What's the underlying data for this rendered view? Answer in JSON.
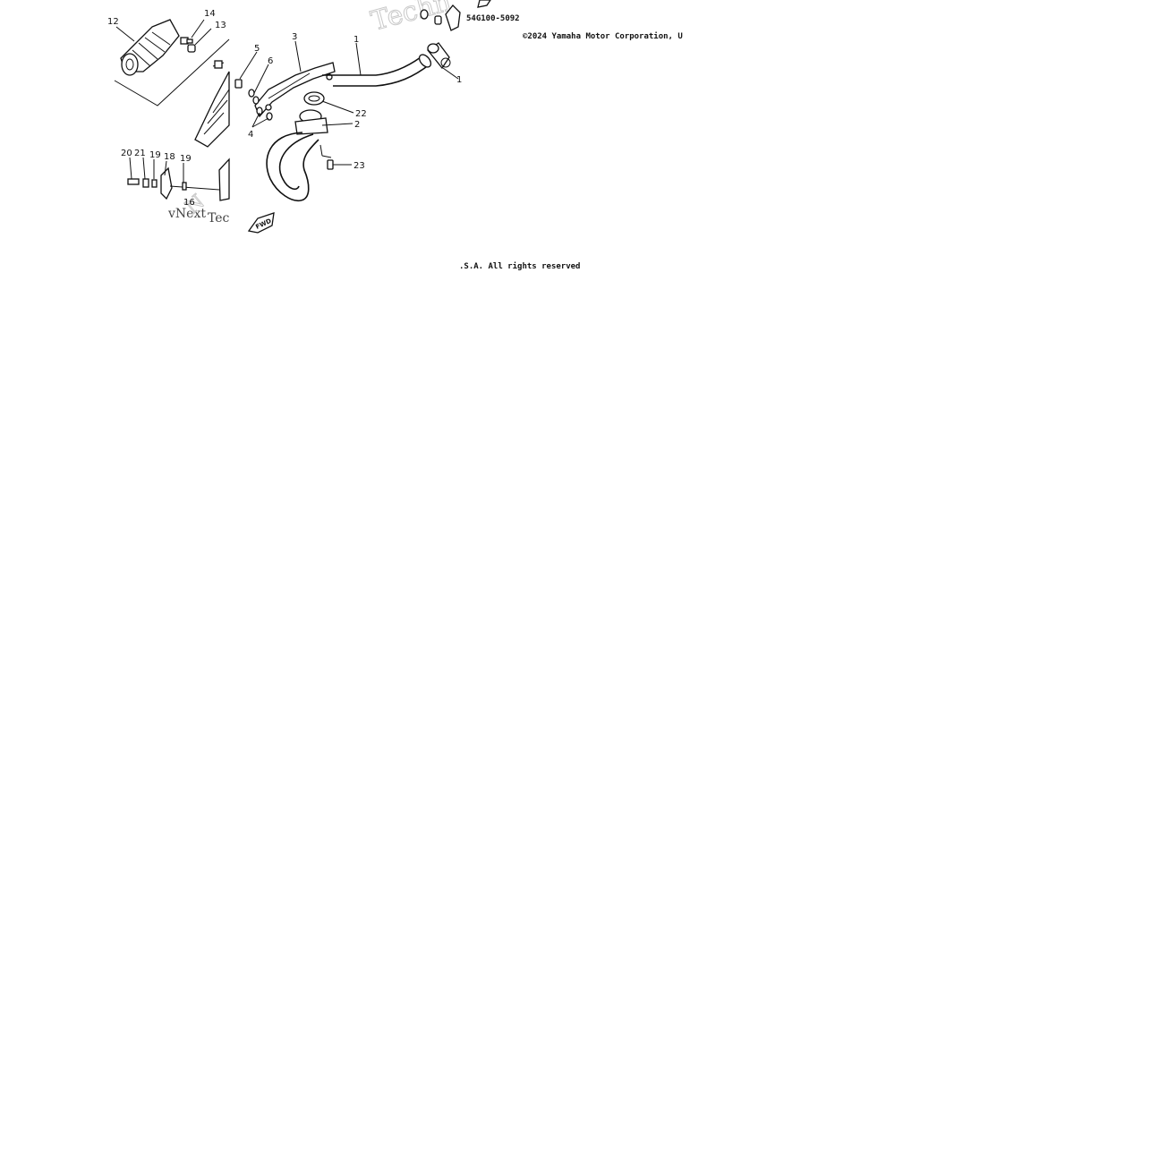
{
  "diagram": {
    "part_code": "54G100-5092",
    "copyright_line1": "©2024 Yamaha Motor Corporation, U",
    "copyright_line2": ".S.A. All rights reserved",
    "watermarks": {
      "top": "Techn",
      "bottom_left_1": "vNext",
      "bottom_left_2": "Tec"
    },
    "callouts": {
      "c12": "12",
      "c14": "14",
      "c13": "13",
      "c5": "5",
      "c6": "6",
      "c3": "3",
      "c1_top": "1",
      "c1_right": "1",
      "c22": "22",
      "c2": "2",
      "c4": "4",
      "c23": "23",
      "c20": "20",
      "c21": "21",
      "c19a": "19",
      "c18": "18",
      "c19b": "19",
      "c16": "16",
      "fwd": "FWD"
    }
  }
}
